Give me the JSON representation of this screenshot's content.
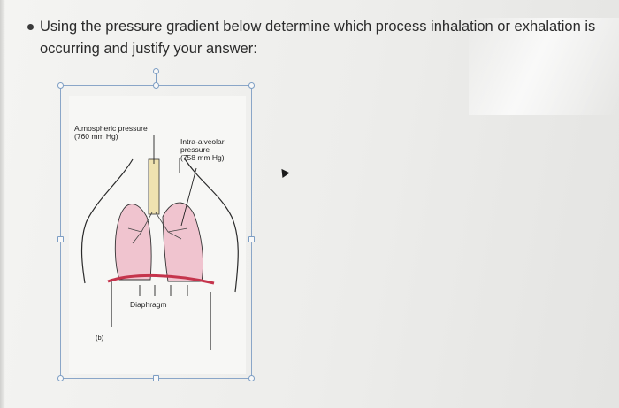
{
  "question": {
    "text": "Using the pressure gradient below determine which process inhalation or exhalation is occurring and justify your answer:"
  },
  "figure": {
    "atmospheric_label": "Atmospheric pressure",
    "atmospheric_value": "(760 mm Hg)",
    "intra_label_line1": "Intra-alveolar",
    "intra_label_line2": "pressure",
    "intra_value": "(758 mm Hg)",
    "diaphragm_label": "Diaphragm",
    "panel_label": "(b)"
  },
  "colors": {
    "lung_fill": "#f0c4cf",
    "trachea_fill": "#efe2b0",
    "diaphragm": "#c5344c",
    "selection": "#7d9ec4"
  },
  "icons": {
    "bullet": "bullet-dot",
    "cursor": "mouse-pointer-icon"
  }
}
